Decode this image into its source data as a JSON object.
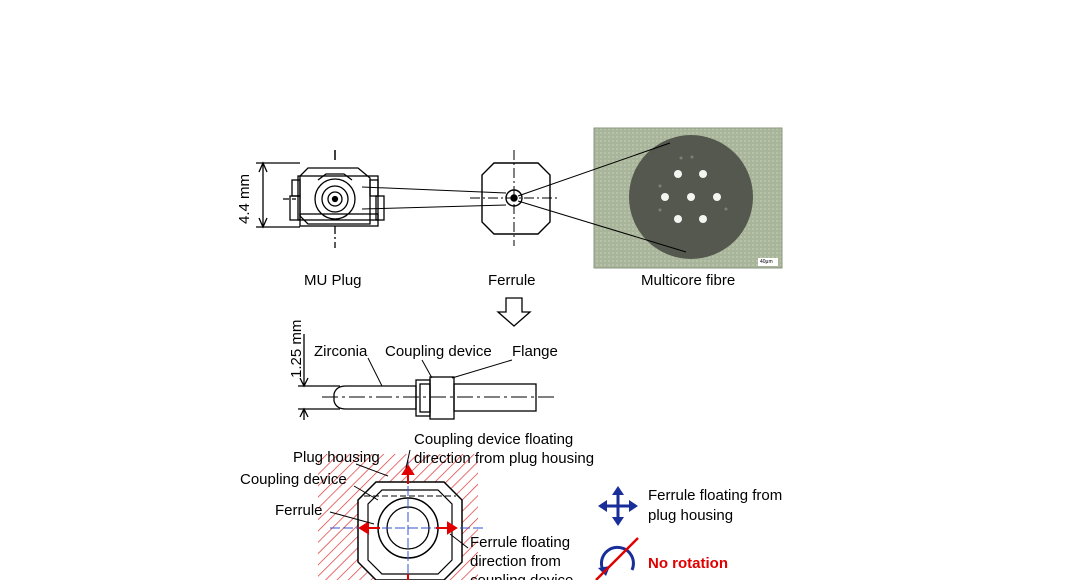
{
  "labels": {
    "dim_plug": "4.4 mm",
    "mu_plug": "MU Plug",
    "ferrule": "Ferrule",
    "multicore_fibre": "Multicore fibre",
    "dim_ferrule": "1.25 mm",
    "zirconia": "Zirconia",
    "coupling_device": "Coupling device",
    "flange": "Flange",
    "plug_housing": "Plug housing",
    "coupling_device_2": "Coupling device",
    "ferrule_2": "Ferrule",
    "coupling_floating_line1": "Coupling device floating",
    "coupling_floating_line2": "direction from plug housing",
    "ferrule_floating_line1": "Ferrule floating",
    "ferrule_floating_line2": "direction from",
    "ferrule_floating_line3": "coupling device",
    "legend_float_line1": "Ferrule floating from",
    "legend_float_line2": "plug housing",
    "legend_no_rotation": "No rotation",
    "scale_bar": "40μm"
  },
  "colors": {
    "accent_red": "#e00000",
    "arrow_blue": "#1a2e9a",
    "hatch_red": "#e03030",
    "photo_bg": "#a9b59a",
    "fibre_dark": "#55584f"
  }
}
